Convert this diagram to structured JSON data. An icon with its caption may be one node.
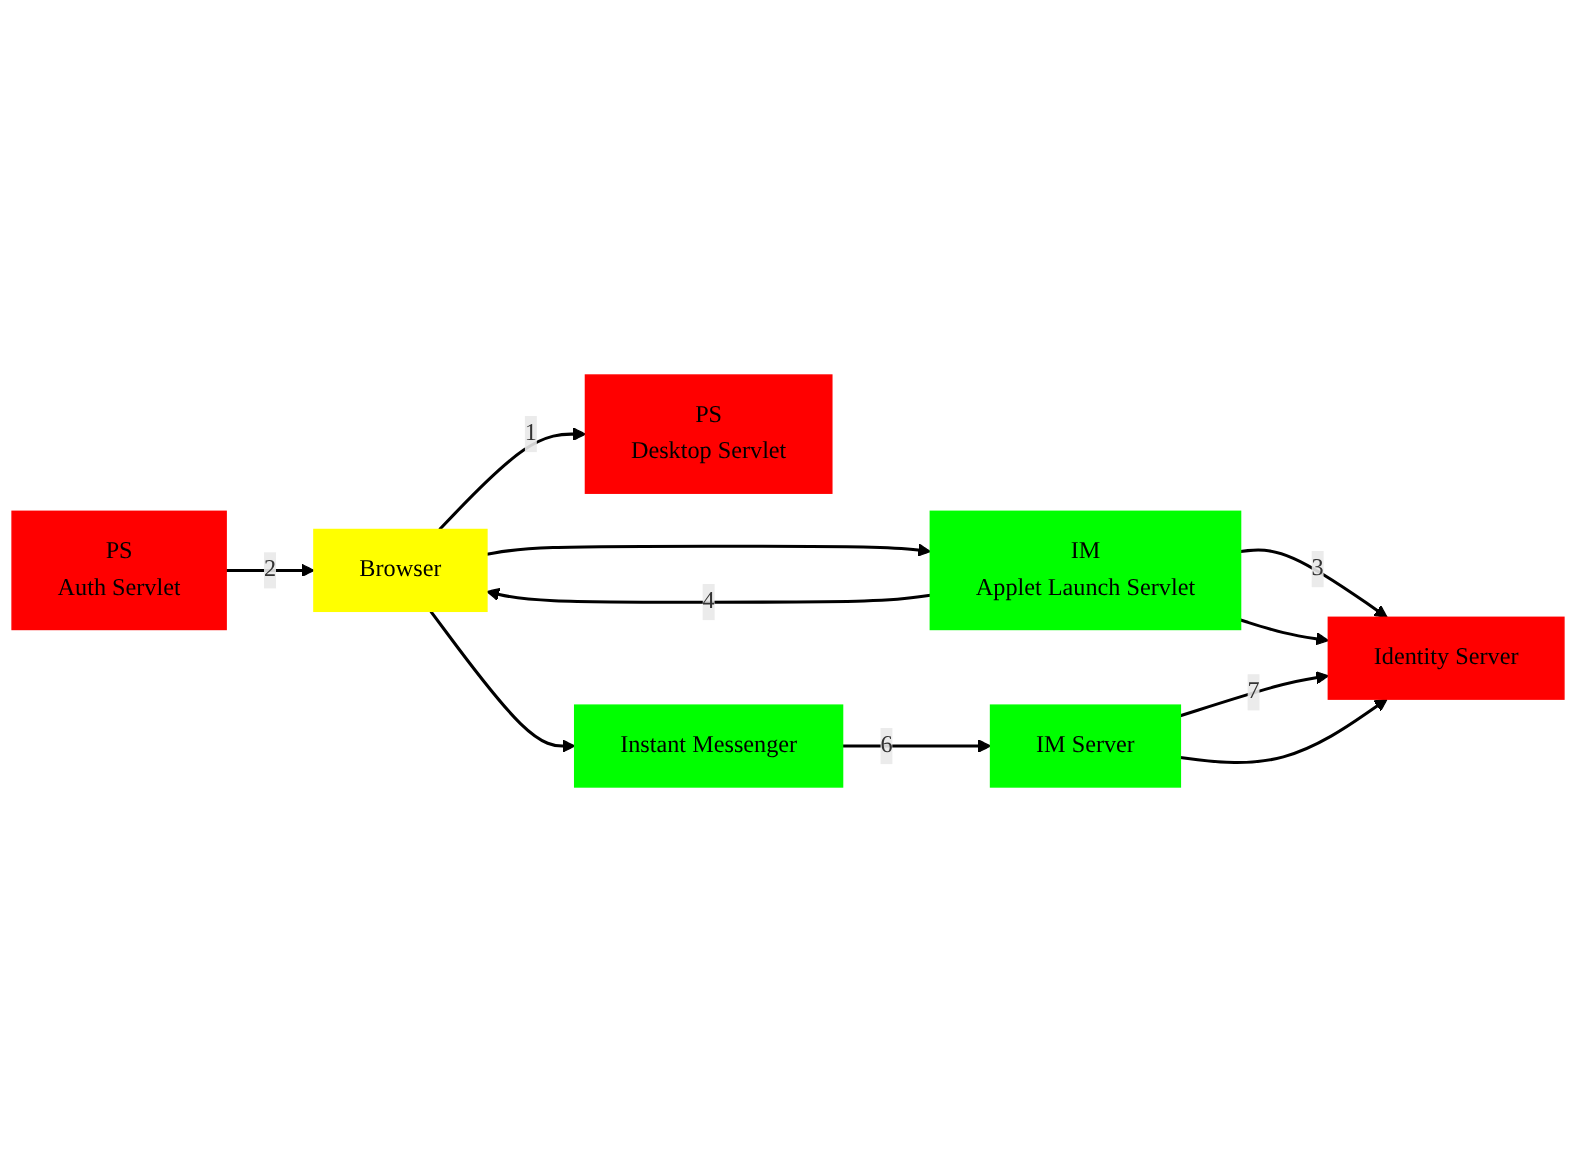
{
  "diagram": {
    "nodes": [
      {
        "text": [
          "Browser"
        ]
      },
      {
        "text": [
          "PS",
          "Desktop Servlet"
        ]
      },
      {
        "text": [
          "PS",
          "Auth Servlet"
        ]
      },
      {
        "text": [
          "Identity Server"
        ]
      },
      {
        "text": [
          "IM",
          "Applet Launch Servlet"
        ]
      },
      {
        "text": [
          "Instant Messenger"
        ]
      },
      {
        "text": [
          "IM Server"
        ]
      }
    ],
    "edges": [
      {
        "from": 0,
        "to": 1,
        "arrow": "to",
        "label": "1"
      },
      {
        "from": 2,
        "to": 0,
        "arrow": "to",
        "label": "2"
      },
      {
        "from": 0,
        "to": 4,
        "arrow": "to"
      },
      {
        "from": 4,
        "to": 0,
        "arrow": "to",
        "label": "4"
      },
      {
        "from": 4,
        "to": 3,
        "arrow": "to",
        "label": "3"
      },
      {
        "from": 4,
        "to": 3,
        "arrow": "to"
      },
      {
        "from": 0,
        "to": 5,
        "arrow": "to"
      },
      {
        "from": 5,
        "to": 6,
        "arrow": "to",
        "label": "6"
      },
      {
        "from": 6,
        "to": 3,
        "arrow": "to",
        "label": "7"
      },
      {
        "from": 6,
        "to": 3,
        "arrow": "to"
      }
    ]
  }
}
